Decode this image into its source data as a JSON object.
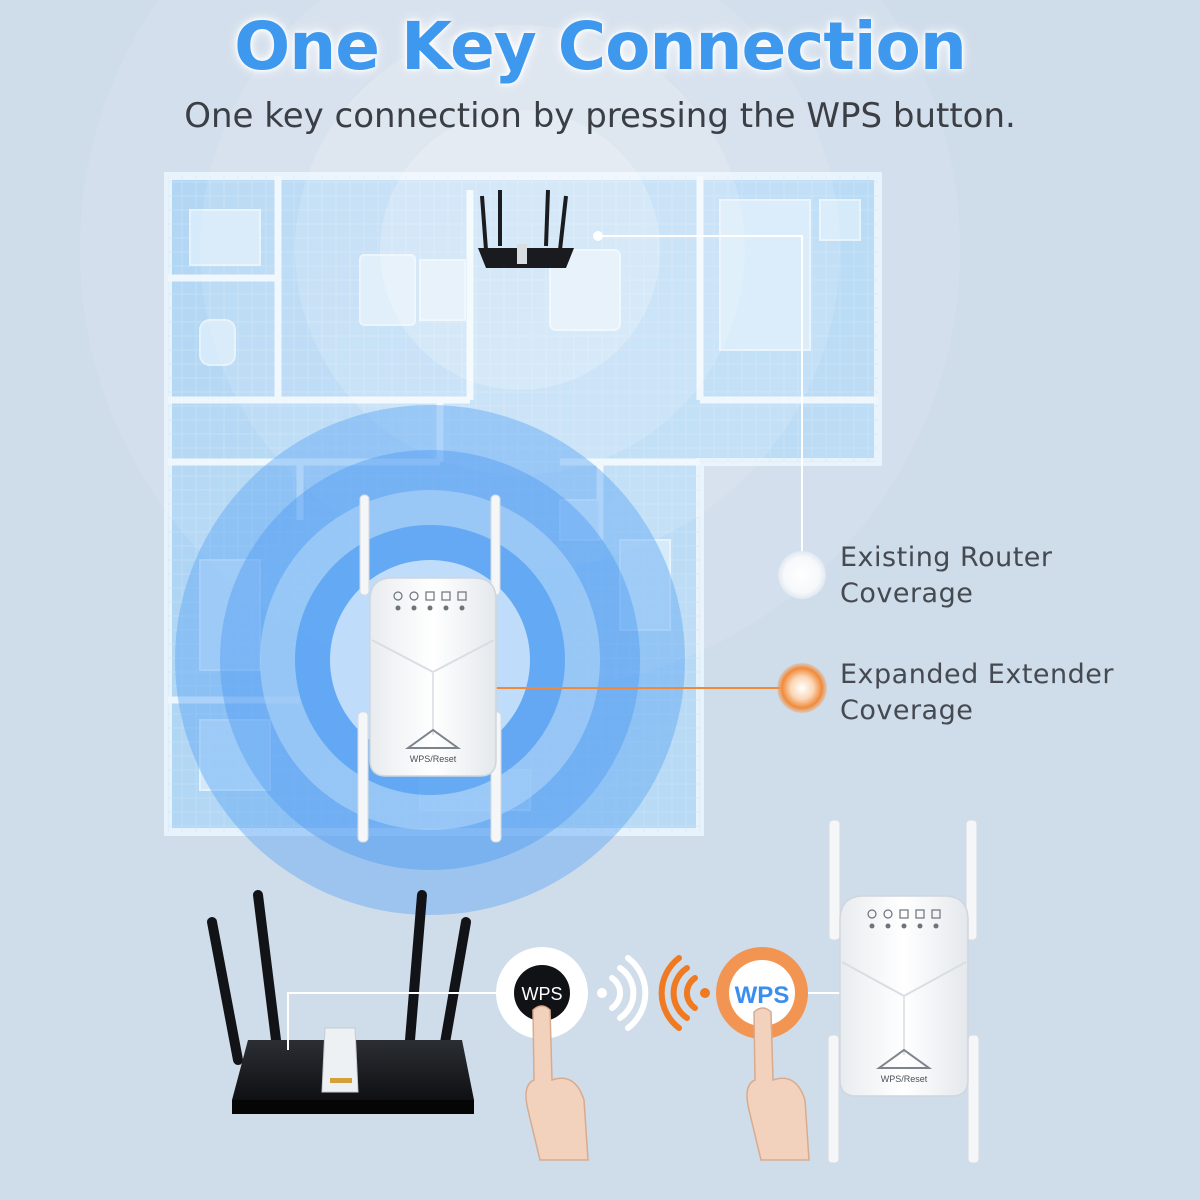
{
  "header": {
    "title": "One Key Connection",
    "subtitle": "One key connection by pressing the WPS button."
  },
  "legend": {
    "router_coverage_line1": "Existing Router",
    "router_coverage_line2": "Coverage",
    "extender_coverage_line1": "Expanded Extender",
    "extender_coverage_line2": "Coverage"
  },
  "device": {
    "extender_wps_reset_label": "WPS/Reset"
  },
  "wps": {
    "router_button_label": "WPS",
    "extender_button_label": "WPS"
  },
  "colors": {
    "title_blue": "#3d98ee",
    "router_coverage": "#ffffff",
    "extender_coverage": "#f08a3a",
    "extender_signal_blue": "#3b8ff2",
    "wps_orange": "#f07a22"
  }
}
